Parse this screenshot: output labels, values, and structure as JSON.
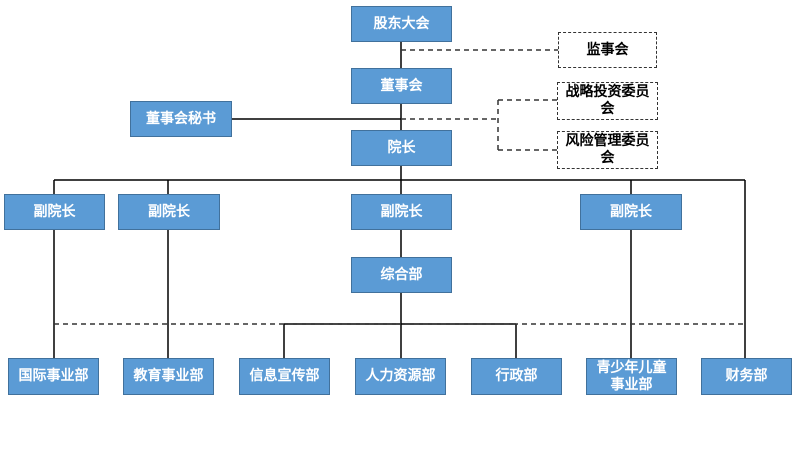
{
  "org_chart": {
    "shareholders_meeting": "股东大会",
    "supervisory_board": "监事会",
    "board_of_directors": "董事会",
    "board_secretary": "董事会秘书",
    "strategic_investment_committee": "战略投资委员会",
    "risk_management_committee": "风险管理委员会",
    "president": "院长",
    "vice_presidents": [
      "副院长",
      "副院长",
      "副院长",
      "副院长"
    ],
    "general_office": "综合部",
    "departments": [
      "国际事业部",
      "教育事业部",
      "信息宣传部",
      "人力资源部",
      "行政部",
      "青少年儿童事业部",
      "财务部"
    ]
  },
  "colors": {
    "box_fill": "#5b9bd5",
    "box_border": "#41719c",
    "line": "#000000",
    "dashed_line": "#333333"
  }
}
